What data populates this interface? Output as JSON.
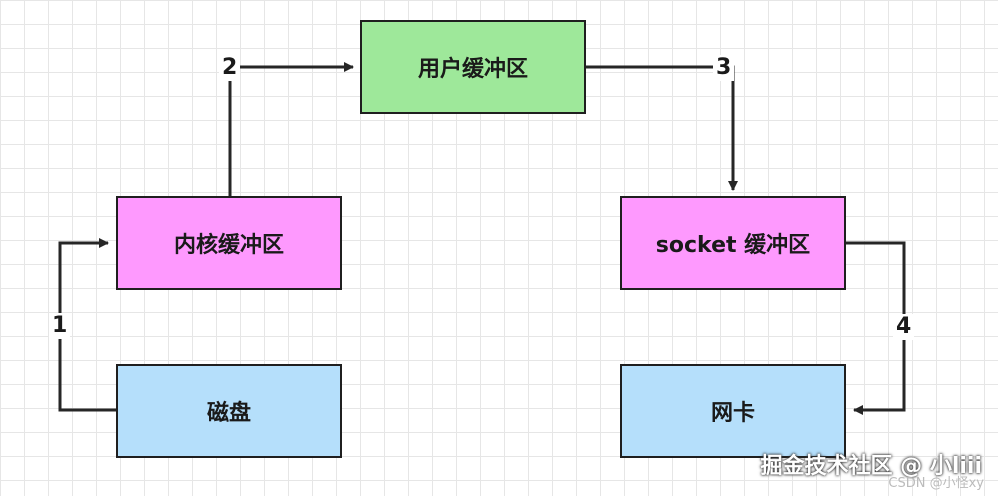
{
  "colors": {
    "user_buffer": "#9ee89a",
    "kernel_buffer": "#fe99fe",
    "socket_buffer": "#fe99fe",
    "disk": "#b5dffb",
    "nic": "#b5dffb",
    "line": "#262626"
  },
  "nodes": {
    "user_buffer": "用户缓冲区",
    "kernel_buffer": "内核缓冲区",
    "socket_buffer": "socket 缓冲区",
    "disk": "磁盘",
    "nic": "网卡"
  },
  "edges": [
    {
      "label": "1",
      "from": "disk",
      "to": "kernel_buffer"
    },
    {
      "label": "2",
      "from": "kernel_buffer",
      "to": "user_buffer"
    },
    {
      "label": "3",
      "from": "user_buffer",
      "to": "socket_buffer"
    },
    {
      "label": "4",
      "from": "socket_buffer",
      "to": "nic"
    }
  ],
  "watermark": {
    "main": "掘金技术社区 @ 小liii",
    "csdn": "CSDN @小怪xy"
  }
}
